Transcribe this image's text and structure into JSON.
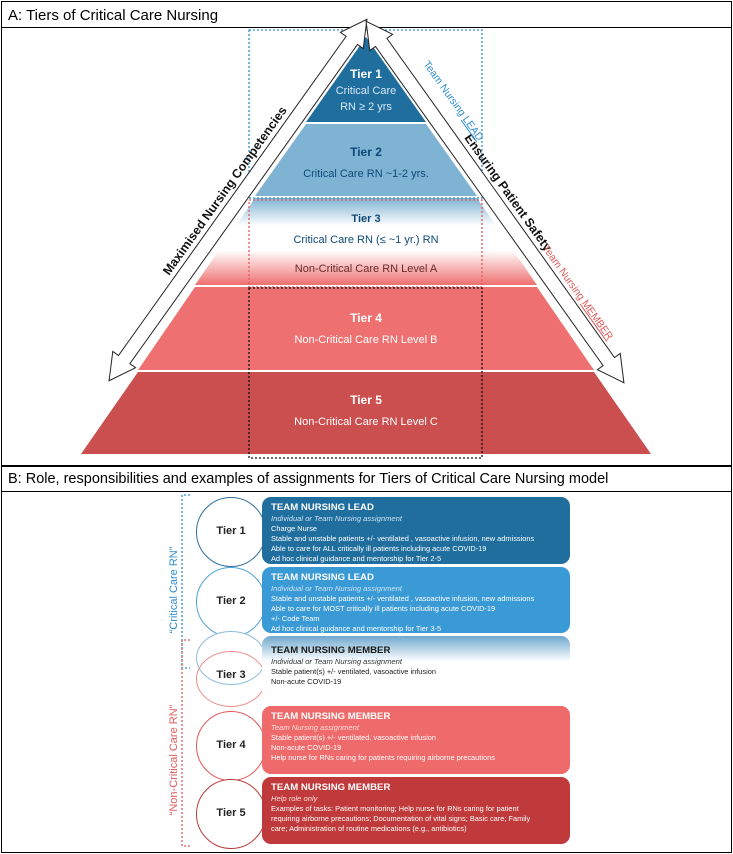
{
  "panel_a": {
    "title": "A: Tiers of Critical Care Nursing",
    "tiers": [
      {
        "title": "Tier 1",
        "line1": "Critical Care",
        "line2": "RN ≥ 2 yrs"
      },
      {
        "title": "Tier 2",
        "line1": "Critical Care RN ~1-2 yrs."
      },
      {
        "title": "Tier 3",
        "line1": "Critical Care RN (≤ ~1 yr.) RN",
        "line2": "Non-Critical Care RN  Level A"
      },
      {
        "title": "Tier 4",
        "line1": "Non-Critical Care RN Level B"
      },
      {
        "title": "Tier 5",
        "line1": "Non-Critical Care RN Level C"
      }
    ],
    "left_arrow_label": "Maximised Nursing Competencies",
    "right_arrow_label": "Ensuring Patient Safety",
    "team_lead_prefix": "Team Nursing ",
    "team_lead_emph": "LEAD",
    "team_member_prefix": "Team Nursing ",
    "team_member_emph": "MEMBER",
    "colors": {
      "tier1": "#1f6e9e",
      "tier2": "#7fb3d3",
      "tier4": "#ef7070",
      "tier5": "#cc4f4f",
      "lead_label": "#2e8fcf",
      "member_label": "#e05a5a"
    }
  },
  "panel_b": {
    "title": "B: Role, responsibilities and examples of assignments for Tiers of Critical Care Nursing model",
    "critical_label": "“Critical Care RN”",
    "noncritical_label": "“Non-Critical Care RN”",
    "tiers": [
      {
        "label": "Tier 1",
        "heading": "TEAM NURSING LEAD",
        "sub": "Individual or Team Nursing assignment",
        "lines": [
          "Charge Nurse",
          "Stable  and unstable patients +/- ventilated , vasoactive infusion, new admissions",
          "Able to care for ALL critically ill patients including acute COVID-19",
          "Ad hoc clinical guidance and mentorship for Tier 2-5"
        ]
      },
      {
        "label": "Tier 2",
        "heading": "TEAM NURSING LEAD",
        "sub": "Individual or Team Nursing assignment",
        "lines": [
          "Stable  and unstable patients +/- ventilated , vasoactive infusion, new admissions",
          "Able to care for MOST critically ill patients including acute COVID-19",
          "+/- Code Team",
          "Ad hoc clinical guidance and mentorship for Tier 3-5"
        ]
      },
      {
        "label": "Tier 3",
        "heading": "TEAM NURSING MEMBER",
        "sub": "Individual or Team Nursing assignment",
        "lines": [
          "Stable patient(s) +/- ventilated, vasoactive infusion",
          "Non-acute COVID-19"
        ]
      },
      {
        "label": "Tier 4",
        "heading": "TEAM NURSING MEMBER",
        "sub": "Team Nursing assignment",
        "lines": [
          "Stable patient(s) +/- ventilated, vasoactive infusion",
          "Non-acute COVID-19",
          "Help nurse for RNs caring for patients requiring airborne precautions"
        ]
      },
      {
        "label": "Tier 5",
        "heading": "TEAM NURSING MEMBER",
        "sub": "Help role only",
        "lines": [
          "Examples of tasks: Patient monitoring; Help nurse for RNs caring for patient",
          "requiring airborne precautions; Documentation of vital signs; Basic care; Family",
          "care; Administration of routine medications (e.g., antibiotics)"
        ]
      }
    ]
  }
}
